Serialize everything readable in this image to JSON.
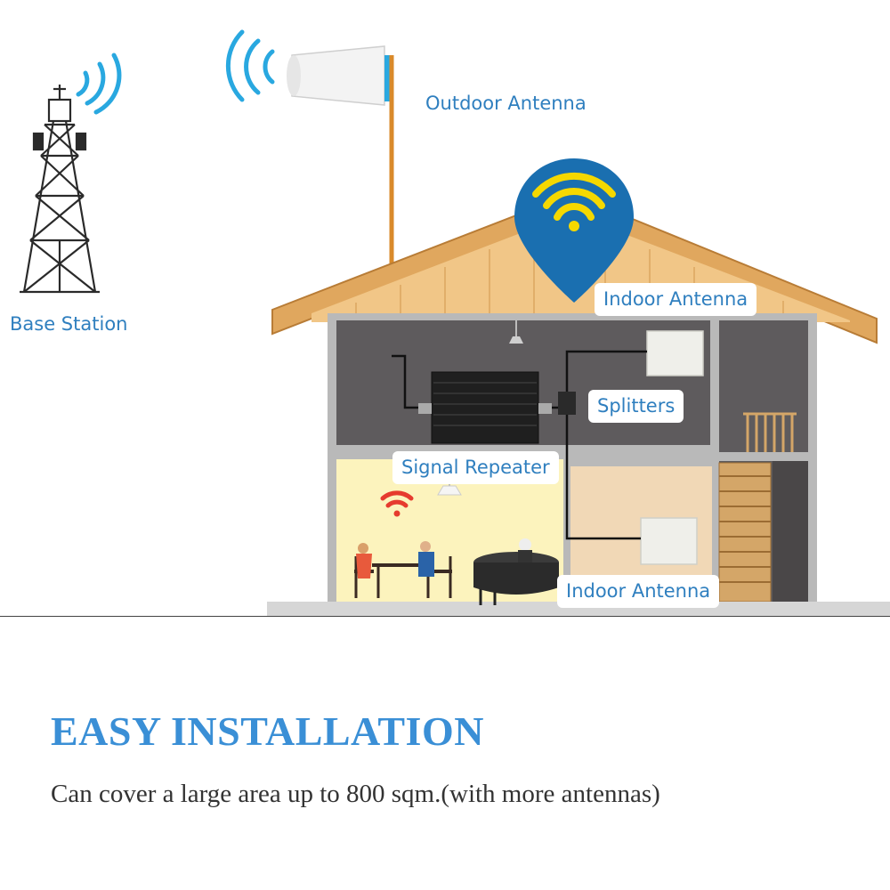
{
  "labels": {
    "base_station": "Base Station",
    "outdoor_antenna": "Outdoor Antenna",
    "indoor_antenna_top": "Indoor Antenna",
    "splitters": "Splitters",
    "signal_repeater": "Signal Repeater",
    "indoor_antenna_bottom": "Indoor Antenna"
  },
  "headline": "EASY INSTALLATION",
  "subline": "Can cover a large area up to 800 sqm.(with more antennas)",
  "colors": {
    "label_text": "#2f7fbf",
    "headline": "#3a8fd6",
    "signal_waves": "#29a8e0",
    "pin": "#1a6fb0",
    "pin_wifi": "#f5d800",
    "wifi_red": "#e63b2e",
    "roof": "#e0a75e",
    "cable": "#111111",
    "outdoor_cable": "#d98a2b"
  },
  "icons": [
    "cell-tower-icon",
    "signal-waves-icon",
    "wifi-pin-icon",
    "wifi-icon"
  ]
}
